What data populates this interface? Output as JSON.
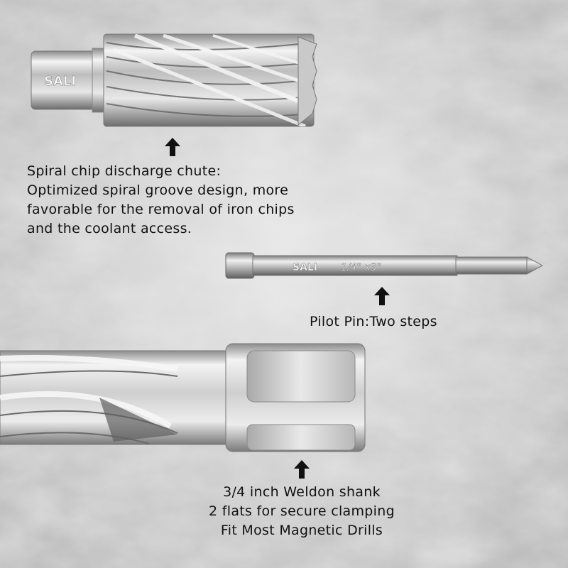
{
  "cutter_top": {
    "brand": "SALI"
  },
  "pilot_pin": {
    "brand": "SALI",
    "size_marking": "1/4\" x3\""
  },
  "callouts": {
    "spiral": {
      "lines": [
        "Spiral chip discharge chute:",
        "Optimized spiral groove design, more",
        "favorable for the removal of iron chips",
        "and the coolant access."
      ]
    },
    "pilot": {
      "lines": [
        "Pilot Pin:Two steps"
      ]
    },
    "shank": {
      "lines": [
        "3/4 inch Weldon shank",
        "2 flats for secure clamping",
        "Fit Most Magnetic Drills"
      ]
    }
  },
  "icons": [
    "up-arrow-icon"
  ],
  "colors": {
    "background": "#cfcfcf",
    "steel_light": "#eeeeee",
    "steel_dark": "#6f6f6f",
    "text": "#111111"
  }
}
